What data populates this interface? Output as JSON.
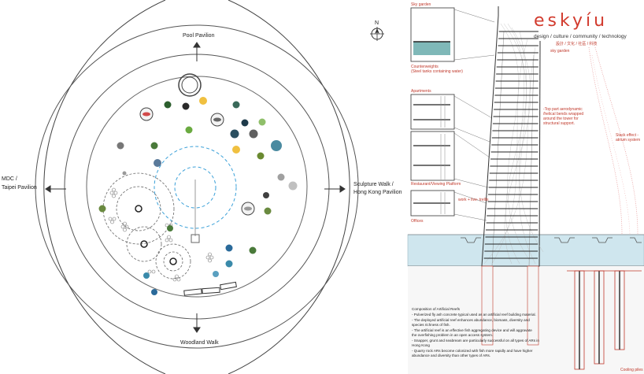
{
  "plan": {
    "north": "N",
    "labels": {
      "pool": "Pool Pavilion",
      "woodland": "Woodland Walk",
      "mdc_1": "MDC /",
      "mdc_2": "Taipei Pavilion",
      "sculpture_1": "Sculpture Walk /",
      "sculpture_2": "Hong Kong Pavilion"
    }
  },
  "section": {
    "brand": "eskyíu",
    "tagline_1": "design / culture / community / technology",
    "tagline_2": "設計 / 文化 / 社區 / 科技",
    "callouts": {
      "sky_garden_top": "Sky garden",
      "counterweights_1": "Counterweights",
      "counterweights_2": "(Steel tanks containing water)",
      "apartments": "Apartments",
      "restaurant": "Restaurant/Viewing Platform",
      "offices": "Offices",
      "sky_garden_right": "sky garden",
      "aero_1": "-Top part aerodynamic",
      "aero_2": "/helical bends wrapped",
      "aero_3": "around the tower for",
      "aero_4": "structural support.",
      "stack_1": "Stack effect -",
      "stack_2": "atrium system",
      "work_live": "work + live- trellis",
      "cooling": "Cooling piles"
    },
    "reefs": {
      "title": "Composition of Artificial Reefs",
      "lines": [
        "- Pulverized fly ash concrete typical used as an artificial reef building material.",
        "- The deployed artificial reef enhances abundance, biomass, diversity and",
        "  species richness of fish.",
        "- The artificial reef is an effective fish aggregating device and will aggravate",
        "  the overfishing problem in an open access system.",
        "- Snapper, grunt and seabream are particularly successful on all types of ARs in",
        "  Hong Kong",
        "- Quarry rock ARs become colonized with fish more rapidly and have higher",
        "  abundance and diversity than other types of ARs."
      ]
    }
  },
  "colors": {
    "red": "#d23b2e",
    "water": "#cfe6ee",
    "dashed_blue": "#3aa0d8"
  }
}
